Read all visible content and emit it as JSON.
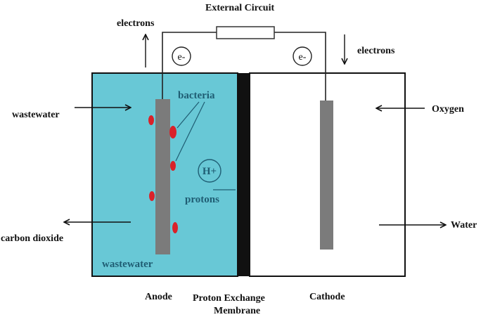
{
  "labels": {
    "external_circuit": "External Circuit",
    "electrons_left": "electrons",
    "electrons_right": "electrons",
    "electron_symbol_left": "e-",
    "electron_symbol_right": "e-",
    "bacteria": "bacteria",
    "proton_symbol": "H+",
    "protons": "protons",
    "wastewater_in": "wastewater",
    "wastewater_chamber": "wastewater",
    "carbon_dioxide": "carbon dioxide",
    "oxygen": "Oxygen",
    "water": "Water",
    "anode": "Anode",
    "membrane_line1": "Proton Exchange",
    "membrane_line2": "Membrane",
    "cathode": "Cathode"
  },
  "colors": {
    "anode_chamber": "#68c8d6",
    "cathode_chamber": "#ffffff",
    "membrane": "#111111",
    "electrode": "#7b7b7b",
    "bacteria": "#d9222a",
    "teal_text": "#1f5d73",
    "outline": "#111111"
  }
}
